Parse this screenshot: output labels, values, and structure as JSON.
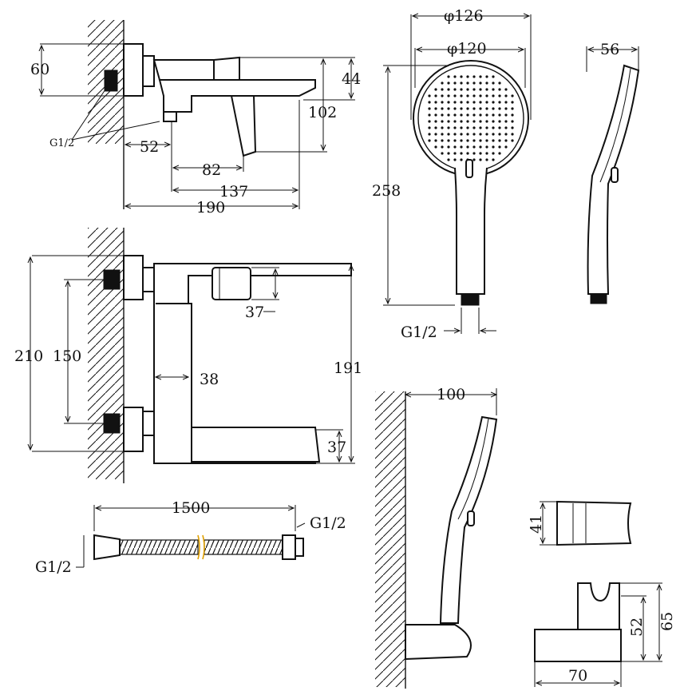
{
  "colors": {
    "ink": "#111111",
    "background": "#ffffff",
    "hose_mark": "#e0a000"
  },
  "views": {
    "mixer_side": {
      "dims": {
        "height_60": "60",
        "height_44": "44",
        "height_102": "102",
        "len_52": "52",
        "len_82": "82",
        "len_137": "137",
        "len_190": "190"
      },
      "thread_label": "G1/2"
    },
    "mixer_top": {
      "dims": {
        "span_210": "210",
        "span_150": "150",
        "d_37_top": "37",
        "d_38": "38",
        "d_191": "191",
        "d_37_bottom": "37"
      }
    },
    "shower_head": {
      "dims": {
        "outer_dia": "φ126",
        "inner_dia": "φ120",
        "length": "258",
        "thread": "G1/2"
      }
    },
    "shower_side": {
      "dims": {
        "thickness": "56"
      }
    },
    "hose": {
      "dims": {
        "length": "1500",
        "thread_left": "G1/2",
        "thread_right": "G1/2"
      }
    },
    "wall_holder": {
      "dims": {
        "depth": "100"
      }
    },
    "holder_clip": {
      "dims": {
        "height": "41"
      }
    },
    "bracket": {
      "dims": {
        "width": "70",
        "h52": "52",
        "h65": "65"
      }
    }
  }
}
